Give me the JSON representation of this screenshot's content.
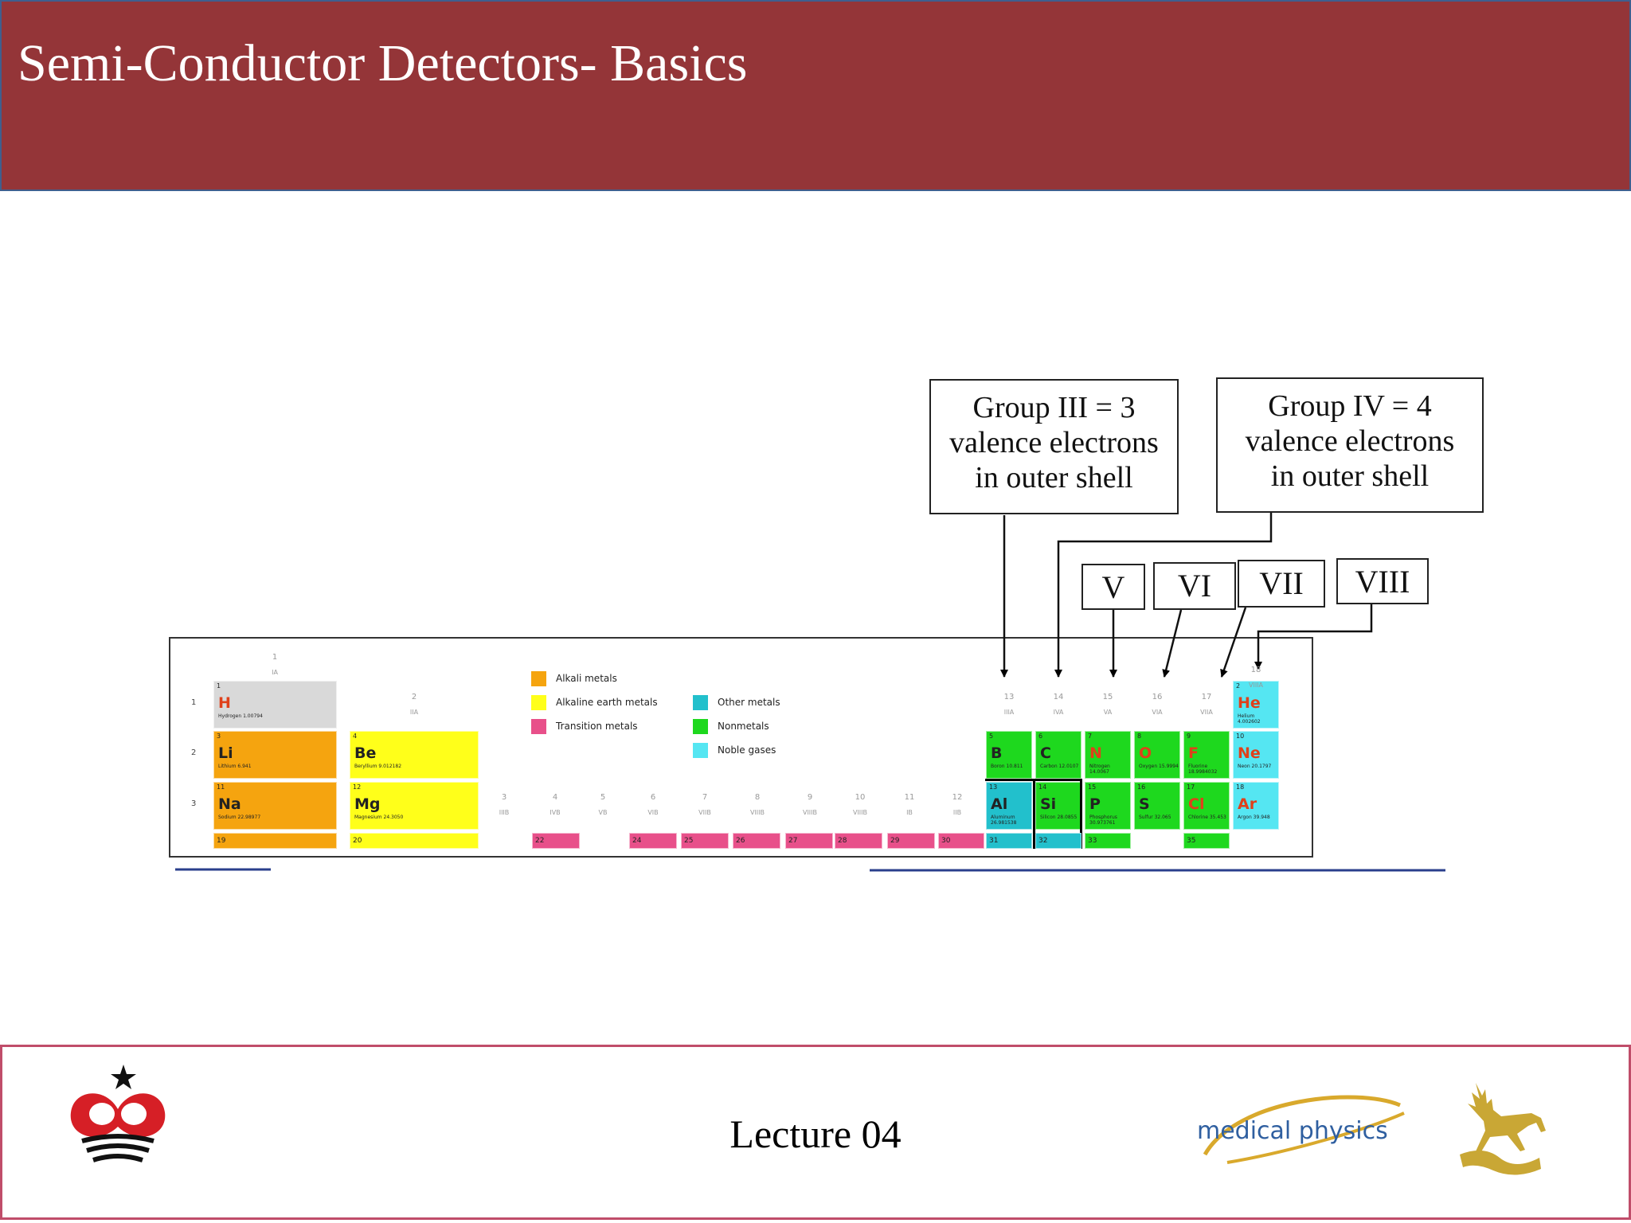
{
  "slide": {
    "title": "Semi-Conductor Detectors- Basics",
    "footer_label": "Lecture 04",
    "logo_text": "medical physics"
  },
  "callouts": {
    "group3": [
      "Group III = 3",
      "valence electrons",
      "in outer shell"
    ],
    "group4": [
      "Group IV = 4",
      "valence electrons",
      "in outer shell"
    ],
    "roman": [
      "V",
      "VI",
      "VII",
      "VIII"
    ]
  },
  "periodic_table": {
    "legend": [
      {
        "label": "Alkali metals",
        "color": "#f5a40f"
      },
      {
        "label": "Alkaline earth metals",
        "color": "#ffff1a"
      },
      {
        "label": "Transition metals",
        "color": "#e8508a"
      },
      {
        "label": "Other metals",
        "color": "#22c0cc"
      },
      {
        "label": "Nonmetals",
        "color": "#1ed81e"
      },
      {
        "label": "Noble gases",
        "color": "#55e6f2"
      }
    ],
    "period_labels": [
      "1",
      "2",
      "3"
    ],
    "elements": [
      {
        "num": "1",
        "sym": "H",
        "name": "Hydrogen 1.00794"
      },
      {
        "num": "2",
        "sym": "He",
        "name": "Helium 4.002602"
      },
      {
        "num": "3",
        "sym": "Li",
        "name": "Lithium 6.941"
      },
      {
        "num": "4",
        "sym": "Be",
        "name": "Beryllium 9.012182"
      },
      {
        "num": "5",
        "sym": "B",
        "name": "Boron 10.811"
      },
      {
        "num": "6",
        "sym": "C",
        "name": "Carbon 12.0107"
      },
      {
        "num": "7",
        "sym": "N",
        "name": "Nitrogen 14.0067"
      },
      {
        "num": "8",
        "sym": "O",
        "name": "Oxygen 15.9994"
      },
      {
        "num": "9",
        "sym": "F",
        "name": "Fluorine 18.9984032"
      },
      {
        "num": "10",
        "sym": "Ne",
        "name": "Neon 20.1797"
      },
      {
        "num": "11",
        "sym": "Na",
        "name": "Sodium 22.98977"
      },
      {
        "num": "12",
        "sym": "Mg",
        "name": "Magnesium 24.3050"
      },
      {
        "num": "13",
        "sym": "Al",
        "name": "Aluminum 26.981538"
      },
      {
        "num": "14",
        "sym": "Si",
        "name": "Silicon 28.0855"
      },
      {
        "num": "15",
        "sym": "P",
        "name": "Phosphorus 30.973761"
      },
      {
        "num": "16",
        "sym": "S",
        "name": "Sulfur 32.065"
      },
      {
        "num": "17",
        "sym": "Cl",
        "name": "Chlorine 35.453"
      },
      {
        "num": "18",
        "sym": "Ar",
        "name": "Argon 39.948"
      }
    ],
    "row4_numbers": [
      "19",
      "20",
      "22",
      "24",
      "25",
      "26",
      "27",
      "28",
      "29",
      "30",
      "31",
      "32",
      "33",
      "35"
    ],
    "group_numbers": [
      "1",
      "2",
      "3",
      "4",
      "5",
      "6",
      "7",
      "8",
      "9",
      "10",
      "11",
      "12",
      "13",
      "14",
      "15",
      "16",
      "17",
      "18"
    ],
    "group_roman": [
      "IA",
      "IIA",
      "IIIB",
      "IVB",
      "VB",
      "VIB",
      "VIIB",
      "VIIIB",
      "VIIIB",
      "VIIIB",
      "IB",
      "IIB",
      "IIIA",
      "IVA",
      "VA",
      "VIA",
      "VIIA",
      "VIIIA"
    ]
  }
}
